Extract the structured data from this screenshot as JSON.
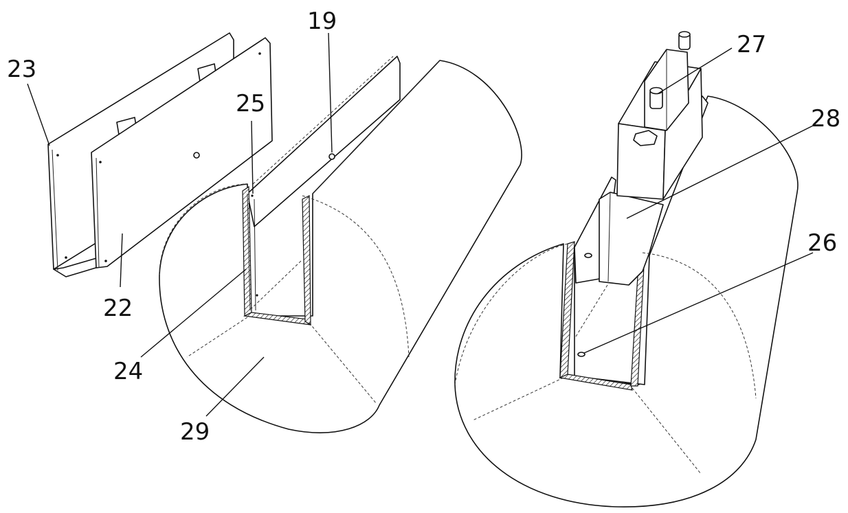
{
  "labels": {
    "l19": "19",
    "l22": "22",
    "l23": "23",
    "l24": "24",
    "l25": "25",
    "l26": "26",
    "l27": "27",
    "l28": "28",
    "l29": "29"
  }
}
